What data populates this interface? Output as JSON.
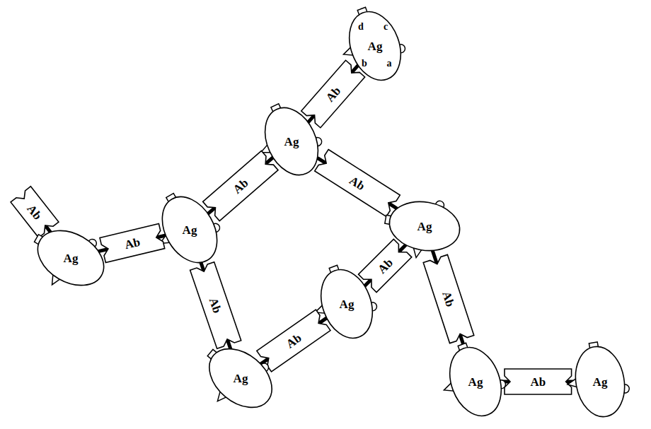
{
  "diagram": {
    "nodes": [
      {
        "text": [
          "Ag"
        ]
      },
      {
        "text": [
          "Ab"
        ]
      },
      {
        "text": [
          "Ag"
        ]
      },
      {
        "text": [
          "Ab"
        ]
      },
      {
        "text": [
          "Ab"
        ]
      },
      {
        "text": [
          "Ab"
        ]
      },
      {
        "text": [
          "Ag"
        ]
      },
      {
        "text": [
          "Ag"
        ]
      },
      {
        "text": [
          "Ab"
        ]
      },
      {
        "text": [
          "Ab"
        ]
      },
      {
        "text": [
          "Ag"
        ]
      },
      {
        "text": [
          "Ab"
        ]
      },
      {
        "text": [
          "Ag"
        ]
      },
      {
        "text": [
          "Ab"
        ]
      },
      {
        "text": [
          "Ab"
        ]
      },
      {
        "text": [
          "Ab"
        ]
      },
      {
        "text": [
          "Ag"
        ]
      },
      {
        "text": [
          "Ag"
        ]
      },
      {
        "text": [
          "Ag"
        ]
      }
    ],
    "edges": [
      {
        "from": 1,
        "to": 0,
        "arrow": "none"
      },
      {
        "from": 1,
        "to": 2,
        "arrow": "none"
      },
      {
        "from": 3,
        "to": 2,
        "arrow": "none"
      },
      {
        "from": 3,
        "to": 6,
        "arrow": "none"
      },
      {
        "from": 5,
        "to": 2,
        "arrow": "none"
      },
      {
        "from": 5,
        "to": 7,
        "arrow": "none"
      },
      {
        "from": 4,
        "to": 10,
        "arrow": "none"
      },
      {
        "from": 8,
        "to": 10,
        "arrow": "none"
      },
      {
        "from": 8,
        "to": 7,
        "arrow": "none"
      },
      {
        "from": 9,
        "to": 6,
        "arrow": "none"
      },
      {
        "from": 9,
        "to": 12,
        "arrow": "none"
      },
      {
        "from": 11,
        "to": 7,
        "arrow": "none"
      },
      {
        "from": 11,
        "to": 16,
        "arrow": "none"
      },
      {
        "from": 13,
        "to": 6,
        "arrow": "none"
      },
      {
        "from": 13,
        "to": 18,
        "arrow": "none"
      },
      {
        "from": 14,
        "to": 16,
        "arrow": "none"
      },
      {
        "from": 14,
        "to": 12,
        "arrow": "none"
      },
      {
        "from": 15,
        "to": 18,
        "arrow": "none"
      },
      {
        "from": 15,
        "to": 17,
        "arrow": "none"
      }
    ],
    "labels": [
      "d",
      "c",
      "b",
      "a"
    ]
  }
}
